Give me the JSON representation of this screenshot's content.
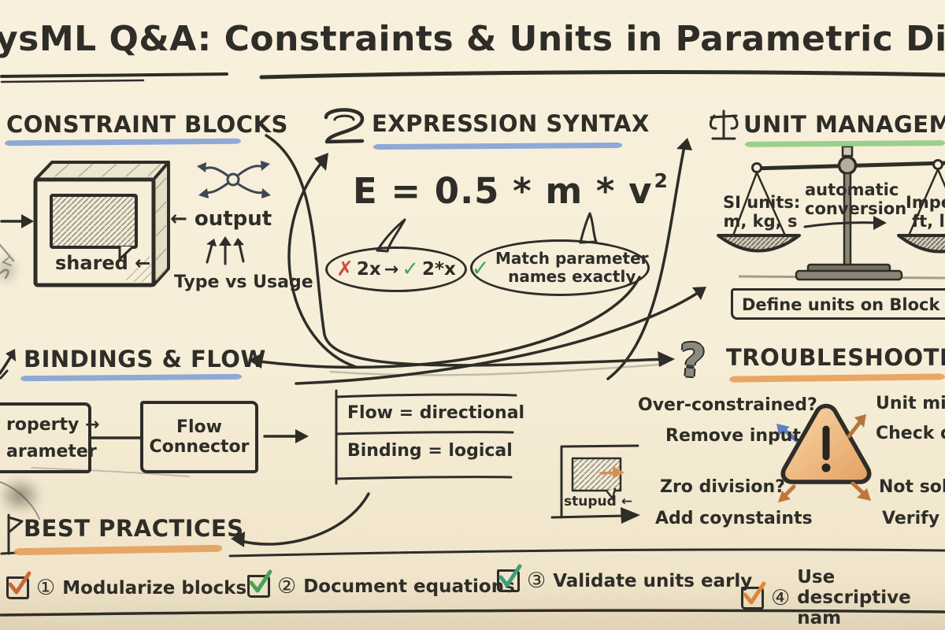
{
  "title": {
    "text": "ysML Q&A: Constraints & Units in Parametric Diagra"
  },
  "palette": {
    "ink": "#2e2d28",
    "paper": "#f6eed8",
    "blue_underline": "#7b9cd4",
    "green_underline": "#8cc87e",
    "orange_underline": "#e59a52",
    "red_cross": "#cf4a3e",
    "green_check": "#49a357",
    "arrow_blue": "#5b7fc0",
    "arrow_orange": "#c0763b",
    "triangle_fill": "#e8a96b"
  },
  "sections": {
    "constraint_blocks": {
      "heading": "CONSTRAINT BLOCKS",
      "underline": "#7b9cd4",
      "shared_label": "shared ←",
      "output_label": "← output",
      "type_vs_usage": "Type vs Usage"
    },
    "expression_syntax": {
      "heading": "EXPRESSION SYNTAX",
      "underline": "#7b9cd4",
      "formula": "E = 0.5 * m * v",
      "exponent": "2",
      "bad_good": {
        "cross": "✗",
        "bad": "2x",
        "arrow": "→",
        "check": "✓",
        "good": "2*x"
      },
      "tip": {
        "check": "✓",
        "line1": "Match parameter",
        "line2": "names exactly"
      }
    },
    "unit_management": {
      "heading": "UNIT MANAGEME",
      "underline": "#8cc87e",
      "left_pan": {
        "line1": "SI units:",
        "line2": "m, kg, s"
      },
      "center": {
        "line1": "automatic",
        "line2": "conversion"
      },
      "right_pan": {
        "line1": "Imperi",
        "line2": "ft, l"
      },
      "note": "Define units on Block paramete"
    },
    "bindings_flow": {
      "heading": "BINDINGS & FLOW",
      "underline": "#7b9cd4",
      "box1": {
        "line1": "roperty →",
        "line2": "arameter"
      },
      "box2": {
        "line1": "Flow",
        "line2": "Connector"
      },
      "rules": {
        "row1": "Flow = directional",
        "row2": "Binding = logical"
      }
    },
    "troubleshooting": {
      "heading": "TROUBLESHOOTING",
      "underline": "#e59a52",
      "icon": "?",
      "tl1": "Over-constrained?",
      "tl2": "Remove input",
      "tr1": "Unit mism",
      "tr2": "Check dim",
      "bl1": "Zro division?",
      "bl2": "Add coynstaints",
      "br1": "Not solvi",
      "br2": "Verify bi",
      "mini_label": "stupud ←"
    },
    "best_practices": {
      "heading": "BEST PRACTICES",
      "underline": "#e59a52",
      "items": [
        {
          "num": "①",
          "label": "Modularize blocks",
          "check": "#c9693a"
        },
        {
          "num": "②",
          "label": "Document equations",
          "check": "#49a357"
        },
        {
          "num": "③",
          "label": "Validate units early",
          "check": "#3f9d77"
        },
        {
          "num": "④",
          "label": "Use descriptive nam",
          "check": "#e0873c"
        }
      ]
    }
  }
}
